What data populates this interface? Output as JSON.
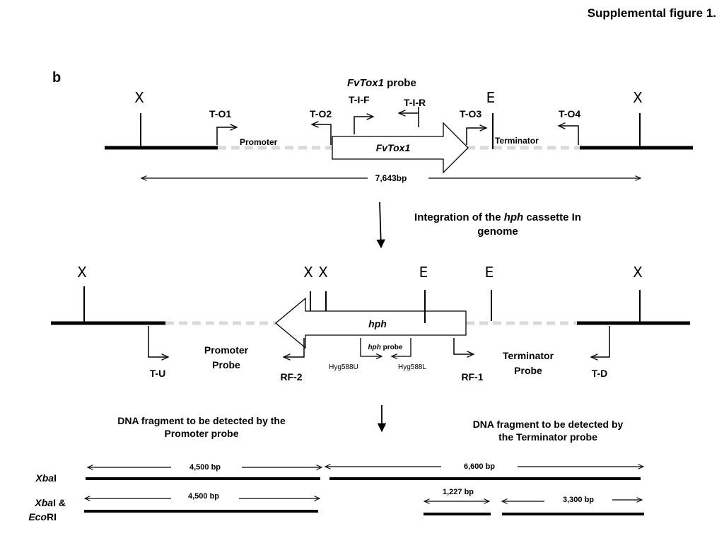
{
  "header": {
    "title": "Supplemental figure  1.",
    "panel": "b"
  },
  "top": {
    "probe_italic": "FvTox1",
    "probe_rest": " probe",
    "site_x": "X",
    "site_e": "E",
    "primers": {
      "to1": "T-O1",
      "to2": "T-O2",
      "to3": "T-O3",
      "to4": "T-O4",
      "tif": "T-I-F",
      "tir": "T-I-R"
    },
    "promoter": "Promoter",
    "terminator": "Terminator",
    "gene": "FvTox1",
    "length": "7,643bp"
  },
  "integration": {
    "pre": "Integration of the ",
    "italic": "hph",
    "post": " cassette In",
    "line2": "genome"
  },
  "middle": {
    "gene": "hph",
    "probe_italic": "hph",
    "probe_rest": " probe",
    "hyg_u": "Hyg588U",
    "hyg_l": "Hyg588L",
    "promoter_probe_1": "Promoter",
    "promoter_probe_2": "Probe",
    "terminator_probe_1": "Terminator",
    "terminator_probe_2": "Probe",
    "tu": "T-U",
    "rf2": "RF-2",
    "rf1": "RF-1",
    "td": "T-D"
  },
  "bottom": {
    "promoter_caption_1": "DNA fragment to be detected by the",
    "promoter_caption_2": "Promoter probe",
    "terminator_caption_1": "DNA fragment to be detected by",
    "terminator_caption_2": "the Terminator probe",
    "xbai_italic": "Xba",
    "xbai_rest": "I",
    "xba_eco_italic_1": "Xba",
    "xba_eco_rest_1": "I &",
    "xba_eco_italic_2": "Eco",
    "xba_eco_rest_2": "RI",
    "fragments": {
      "f1": "4,500 bp",
      "f2": "6,600 bp",
      "f3": "4,500 bp",
      "f4": "1,227 bp",
      "f5": "3,300 bp"
    }
  },
  "colors": {
    "line": "#000000",
    "dashed": "#d9d9d9"
  }
}
